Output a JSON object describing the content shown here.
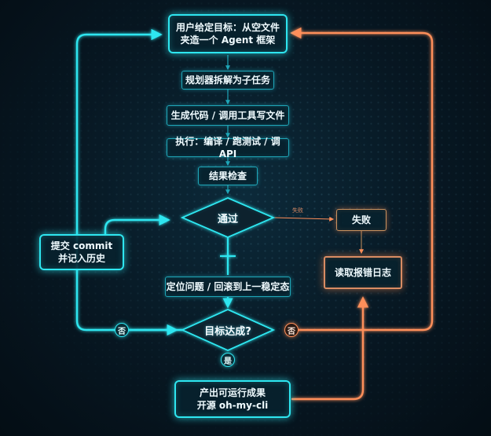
{
  "nodes": {
    "start": "用户给定目标：从空文件\n夹造一个 Agent 框架",
    "plan": "规划器拆解为子任务",
    "codegen": "生成代码 / 调用工具写文件",
    "execute": "执行：编译 / 跑测试 / 调 API",
    "check": "结果检查",
    "pass": "通过",
    "fail": "失败",
    "commit": "提交 commit\n并记入历史",
    "locate": "定位问题 / 回滚到上一稳定态",
    "read_log": "读取报错日志",
    "goal": "目标达成?",
    "output": "产出可运行成果\n开源 oh-my-cli"
  },
  "edge_labels": {
    "no_left": "否",
    "no_right": "否",
    "yes": "是",
    "fail_small": "失败"
  },
  "colors": {
    "cyan": "#2ee6f0",
    "orange": "#ff8f5a",
    "node_border": "#1fa6b8"
  }
}
